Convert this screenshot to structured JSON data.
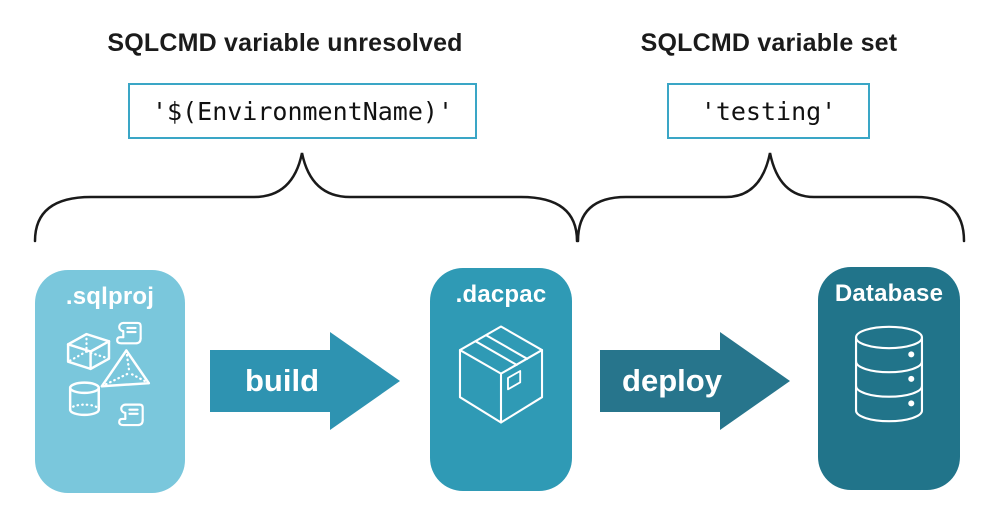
{
  "annotations": {
    "left": {
      "title": "SQLCMD variable unresolved",
      "code": "'$(EnvironmentName)'"
    },
    "right": {
      "title": "SQLCMD variable set",
      "code": "'testing'"
    }
  },
  "pipeline": {
    "stages": [
      {
        "label": ".sqlproj",
        "color": "#7ac7dc",
        "icon": "sql-project-objects-icon"
      },
      {
        "label": ".dacpac",
        "color": "#2f9ab5",
        "icon": "package-icon"
      },
      {
        "label": "Database",
        "color": "#21748a",
        "icon": "database-icon"
      }
    ],
    "arrows": [
      {
        "label": "build",
        "color": "#2e93b1"
      },
      {
        "label": "deploy",
        "color": "#27758c"
      }
    ]
  },
  "colors": {
    "background": "#ffffff",
    "heading_text": "#1b1b1b",
    "code_text": "#111111",
    "code_box_border": "#3aa6c6",
    "brace": "#1a1a1a",
    "stage_label_text": "#ffffff"
  }
}
